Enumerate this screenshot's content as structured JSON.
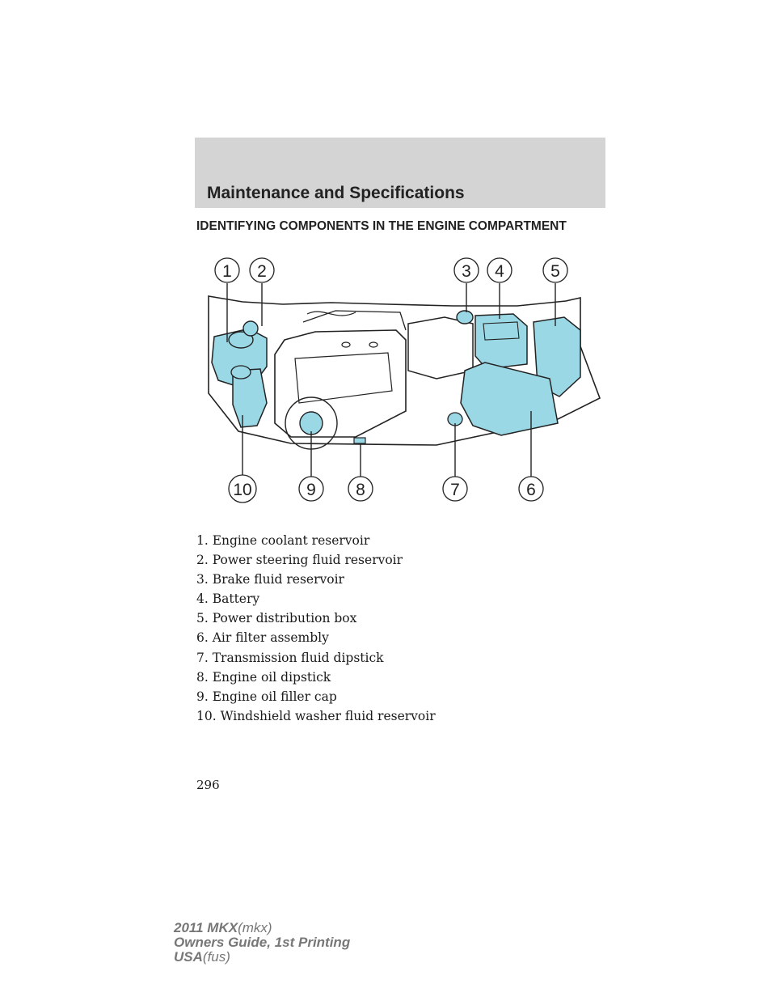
{
  "header": {
    "title": "Maintenance and Specifications"
  },
  "heading": "IDENTIFYING COMPONENTS IN THE ENGINE COMPARTMENT",
  "figure": {
    "callouts": [
      "1",
      "2",
      "3",
      "4",
      "5",
      "6",
      "7",
      "8",
      "9",
      "10"
    ]
  },
  "legend": [
    "1. Engine coolant reservoir",
    "2. Power steering fluid reservoir",
    "3. Brake fluid reservoir",
    "4. Battery",
    "5. Power distribution box",
    "6. Air filter assembly",
    "7. Transmission fluid dipstick",
    "8. Engine oil dipstick",
    "9. Engine oil filler cap",
    "10. Windshield washer fluid reservoir"
  ],
  "page_number": "296",
  "footer": {
    "line1_bold": "2011 MKX",
    "line1_rest": "(mkx)",
    "line2": "Owners Guide, 1st Printing",
    "line3_bold": "USA",
    "line3_rest": "(fus)"
  },
  "colors": {
    "highlight": "#9ad8e6",
    "header_band": "#d4d4d4"
  }
}
